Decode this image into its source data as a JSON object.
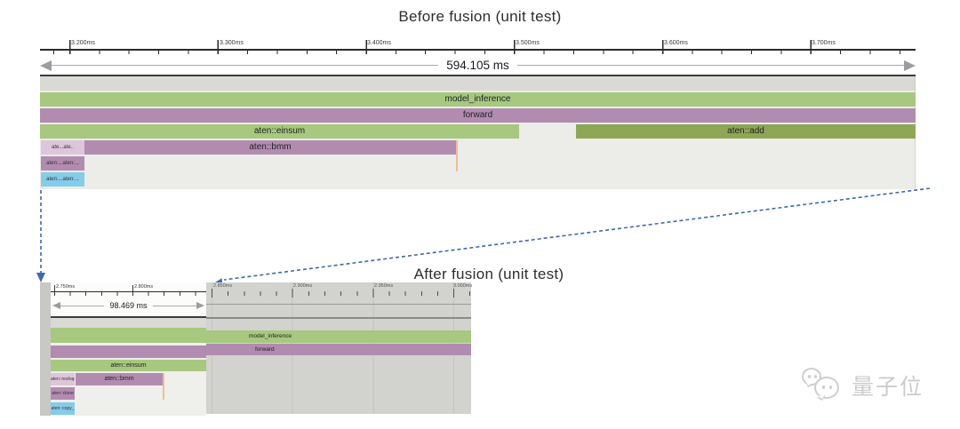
{
  "titles": {
    "before": "Before fusion (unit test)",
    "after": "After fusion (unit test)"
  },
  "before": {
    "ruler_labels": [
      "3.200ms",
      "3.300ms",
      "3.400ms",
      "3.500ms",
      "3.600ms",
      "3.700ms"
    ],
    "span": "594.105 ms",
    "events": {
      "model_inference": "model_inference",
      "forward": "forward",
      "einsum": "aten::einsum",
      "add": "aten::add",
      "bmm": "aten::bmm",
      "tiny_pink": "ate...ate..",
      "tiny_purple": "aten:...aten:...",
      "tiny_blue": "aten:...aten:..."
    }
  },
  "after_zoom": {
    "ruler_labels": [
      "2.750ms",
      "2.800ms"
    ],
    "span": "98.469 ms",
    "events": {
      "einsum": "aten::einsum",
      "bmm": "aten::bmm",
      "reshape": "aten::reshape",
      "clone": "aten::clone",
      "copy": "aten::copy_"
    }
  },
  "after_overview": {
    "ruler_labels": [
      "2.850ms",
      "2.900ms",
      "2.950ms",
      "3.000ms"
    ],
    "events": {
      "model_inference": "model_inference",
      "forward": "forward"
    }
  },
  "colors": {
    "op_green": "#a7c87f",
    "op_olive": "#8ea754",
    "op_purple": "#b28bb1",
    "op_pink": "#ddc6db",
    "op_blue": "#85cce9",
    "marker_orange": "#ecbf96",
    "annotation_blue": "#3e68b3"
  },
  "watermark": {
    "text": "量子位"
  }
}
